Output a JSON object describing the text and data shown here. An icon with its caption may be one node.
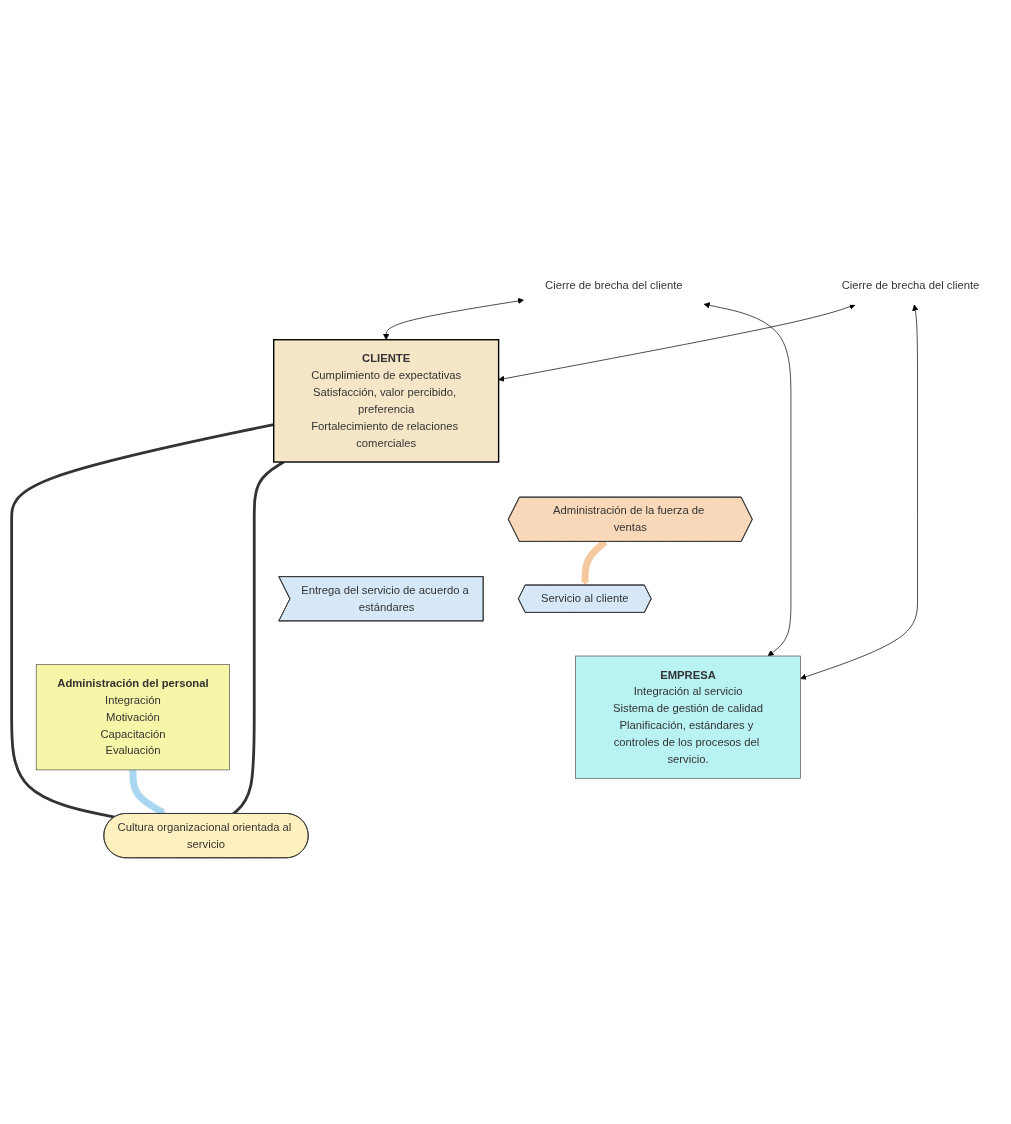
{
  "diagram": {
    "nodes": [
      {
        "text": [
          "CLIENTE",
          "Cumplimiento de expectativas",
          "Satisfacción, valor percibido, preferencia",
          "Fortalecimiento de relaciones comerciales"
        ]
      },
      {
        "text": [
          "Cierre de brecha del cliente"
        ]
      },
      {
        "text": [
          "Cierre de brecha del cliente"
        ]
      },
      {
        "text": [
          "EMPRESA",
          "Integración al servicio",
          "Sistema de gestión de calidad",
          "Planificación, estándares y controles de los procesos del servicio."
        ]
      },
      {
        "text": [
          "Cultura organizacional orientada al servicio"
        ]
      },
      {
        "text": [
          "Administración del personal",
          "Integración",
          "Motivación",
          "Capacitación",
          "Evaluación"
        ]
      },
      {
        "text": [
          "Entrega del servicio de acuerdo a estándares"
        ]
      },
      {
        "text": [
          "Administración de la fuerza de ventas"
        ]
      },
      {
        "text": [
          "Servicio al cliente"
        ]
      }
    ],
    "edges": [
      {
        "from": 1,
        "to": 0,
        "arrow": "both"
      },
      {
        "from": 1,
        "to": 3,
        "arrow": "both"
      },
      {
        "from": 2,
        "to": 0,
        "arrow": "both"
      },
      {
        "from": 2,
        "to": 3,
        "arrow": "both"
      },
      {
        "from": 0,
        "to": 4,
        "arrow": "none",
        "style": "thick"
      },
      {
        "from": 0,
        "to": 4,
        "arrow": "none",
        "style": "thick"
      },
      {
        "from": 7,
        "to": 8,
        "arrow": "to",
        "style": "thick",
        "color": "#f4c9a0"
      },
      {
        "from": 5,
        "to": 4,
        "arrow": "to",
        "style": "thick",
        "color": "#a9d6f0"
      }
    ]
  }
}
